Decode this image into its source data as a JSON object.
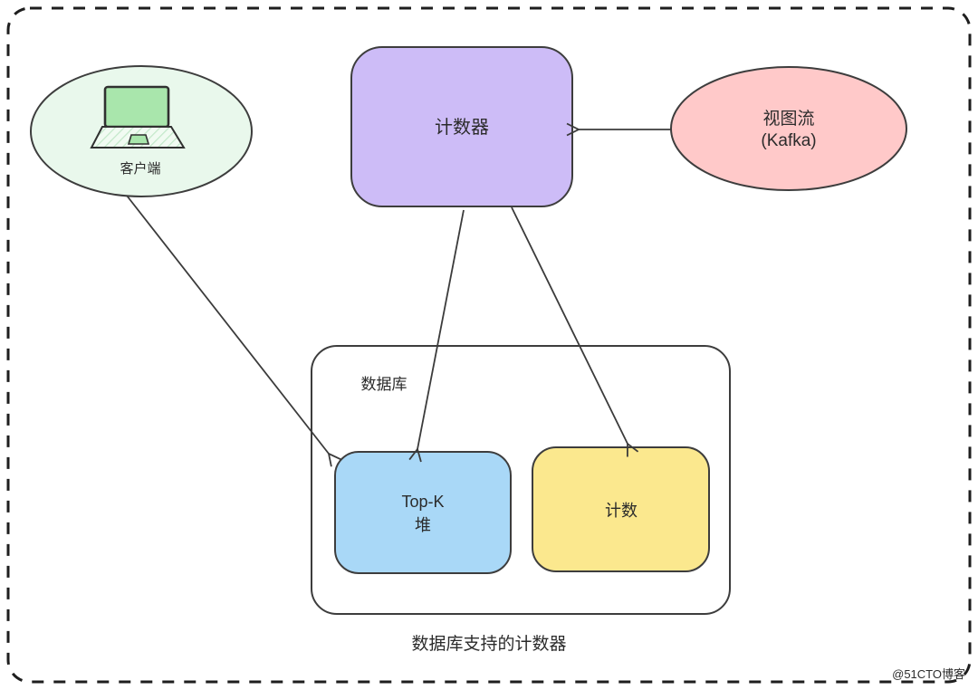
{
  "diagram": {
    "caption": "数据库支持的计数器",
    "watermark": "@51CTO博客",
    "client": {
      "label": "客户端"
    },
    "counter": {
      "label": "计数器"
    },
    "view_stream": {
      "line1": "视图流",
      "line2": "(Kafka)"
    },
    "database": {
      "label": "数据库"
    },
    "topk": {
      "line1": "Top-K",
      "line2": "堆"
    },
    "count": {
      "label": "计数"
    },
    "colors": {
      "client_fill": "#e9f8ec",
      "counter_fill": "#cdbcf7",
      "view_stream_fill": "#ffc9c9",
      "topk_fill": "#a9d8f7",
      "count_fill": "#fbe88e",
      "laptop_screen_fill": "#a9e6ac",
      "outline": "#3d3d3d",
      "border": "#1e1e1e",
      "watermark_color": "#c2c2c2"
    }
  }
}
